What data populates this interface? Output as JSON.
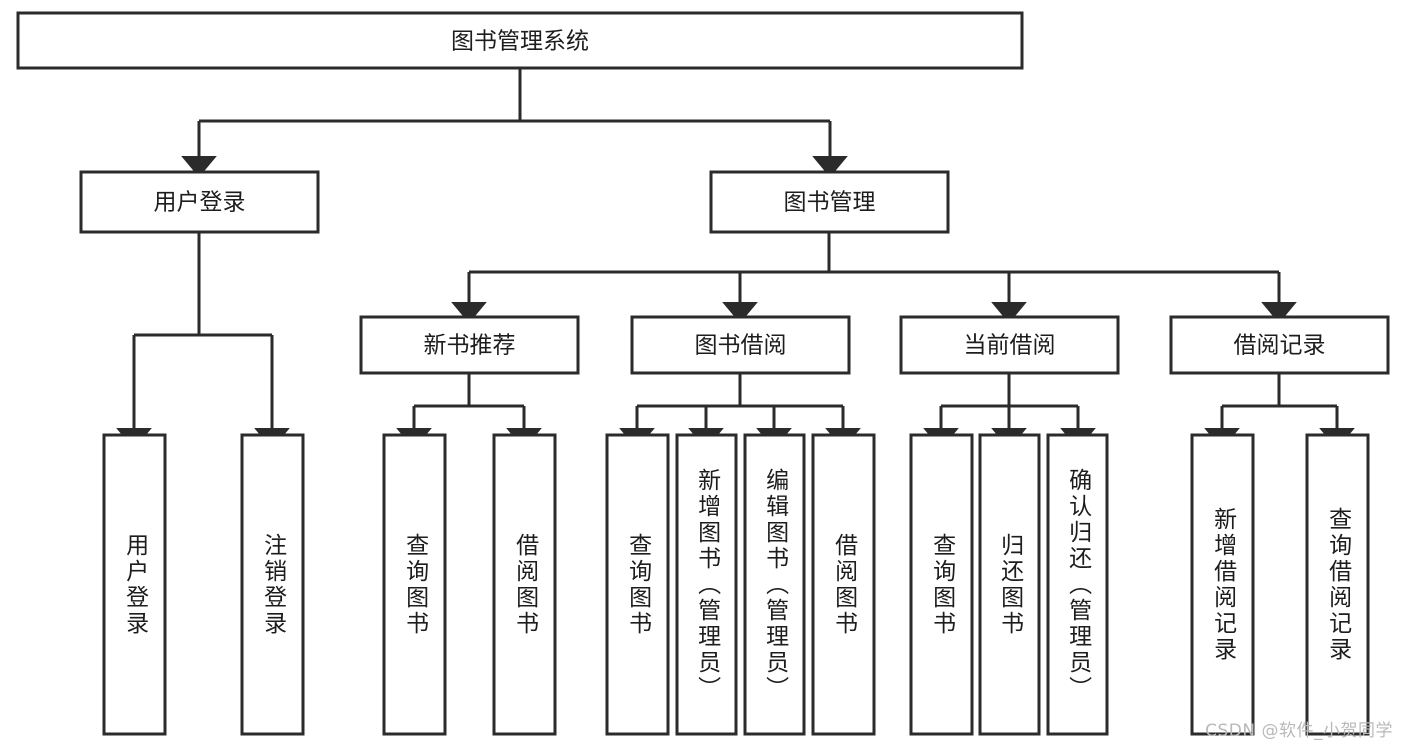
{
  "diagram": {
    "title": "图书管理系统",
    "type": "hierarchy-tree",
    "watermark": "CSDN @软件_小贺同学",
    "colors": {
      "box_stroke": "#2b2b2b",
      "box_fill": "#ffffff",
      "text": "#1d1d1d",
      "background": "#ffffff",
      "watermark": "#b9b9b9"
    },
    "levels": {
      "root": {
        "label": "图书管理系统"
      },
      "level2": [
        {
          "id": "user-login",
          "label": "用户登录"
        },
        {
          "id": "book-manage",
          "label": "图书管理"
        }
      ],
      "level3": [
        {
          "id": "new-book-recommend",
          "label": "新书推荐",
          "parent": "book-manage"
        },
        {
          "id": "book-borrow",
          "label": "图书借阅",
          "parent": "book-manage"
        },
        {
          "id": "current-borrow",
          "label": "当前借阅",
          "parent": "book-manage"
        },
        {
          "id": "borrow-record",
          "label": "借阅记录",
          "parent": "book-manage"
        }
      ],
      "leaves": [
        {
          "id": "leaf-user-login",
          "label": "用户登录",
          "parent": "user-login"
        },
        {
          "id": "leaf-logout",
          "label": "注销登录",
          "parent": "user-login"
        },
        {
          "id": "leaf-query-book-1",
          "label": "查询图书",
          "parent": "new-book-recommend"
        },
        {
          "id": "leaf-borrow-book-1",
          "label": "借阅图书",
          "parent": "new-book-recommend"
        },
        {
          "id": "leaf-query-book-2",
          "label": "查询图书",
          "parent": "book-borrow"
        },
        {
          "id": "leaf-add-book",
          "label": "新增图书（管理员）",
          "parent": "book-borrow"
        },
        {
          "id": "leaf-edit-book",
          "label": "编辑图书（管理员）",
          "parent": "book-borrow"
        },
        {
          "id": "leaf-borrow-book-2",
          "label": "借阅图书",
          "parent": "book-borrow"
        },
        {
          "id": "leaf-query-book-3",
          "label": "查询图书",
          "parent": "current-borrow"
        },
        {
          "id": "leaf-return-book",
          "label": "归还图书",
          "parent": "current-borrow"
        },
        {
          "id": "leaf-confirm-return",
          "label": "确认归还（管理员）",
          "parent": "current-borrow"
        },
        {
          "id": "leaf-add-record",
          "label": "新增借阅记录",
          "parent": "borrow-record"
        },
        {
          "id": "leaf-query-record",
          "label": "查询借阅记录",
          "parent": "borrow-record"
        }
      ]
    }
  }
}
